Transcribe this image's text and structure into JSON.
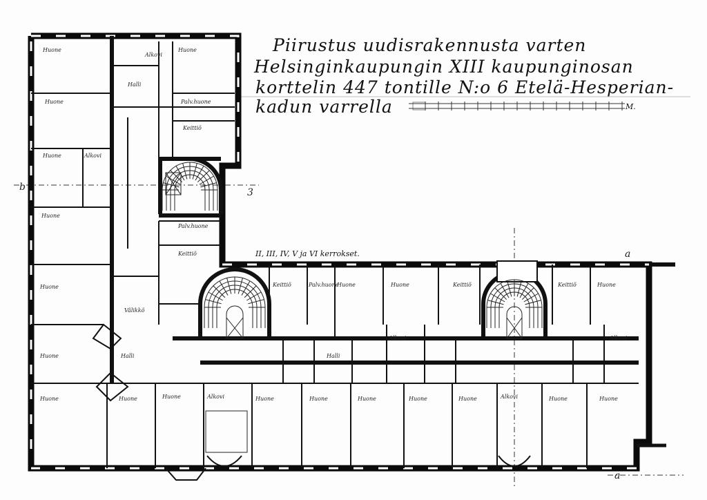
{
  "title": {
    "line1": "Piirustus uudisrakennusta varten",
    "line2": "Helsinginkaupungin XIII kaupunginosan",
    "line3": "korttelin 447 tontille N:o 6 Etelä-Hesperian-",
    "line4": "kadun varrella"
  },
  "scale": {
    "unit": "M."
  },
  "floors_note": "II, III, IV, V ja VI kerrokset.",
  "markers": {
    "a_top": "a",
    "a_bottom": "a",
    "b_left": "b",
    "b_right": "3"
  },
  "rooms": [
    "Huone",
    "Alkovi",
    "Huone",
    "Halli",
    "Huone",
    "Palv.huone",
    "Keittiö",
    "Huone",
    "Alkovi",
    "Huone",
    "Palv.huone",
    "Keittiö",
    "Huone",
    "Välikkö",
    "Huone",
    "Halli",
    "Huone",
    "Huone",
    "Huone",
    "Alkovi",
    "Huone",
    "Huone",
    "Huone",
    "Huone",
    "Huone",
    "Alkovi",
    "Huone",
    "Huone",
    "Keittiö",
    "Palv.huone",
    "Huone",
    "Huone",
    "Keittiö",
    "Keittiö",
    "Huone",
    "Alkovi",
    "Halli",
    "Alkovi"
  ]
}
